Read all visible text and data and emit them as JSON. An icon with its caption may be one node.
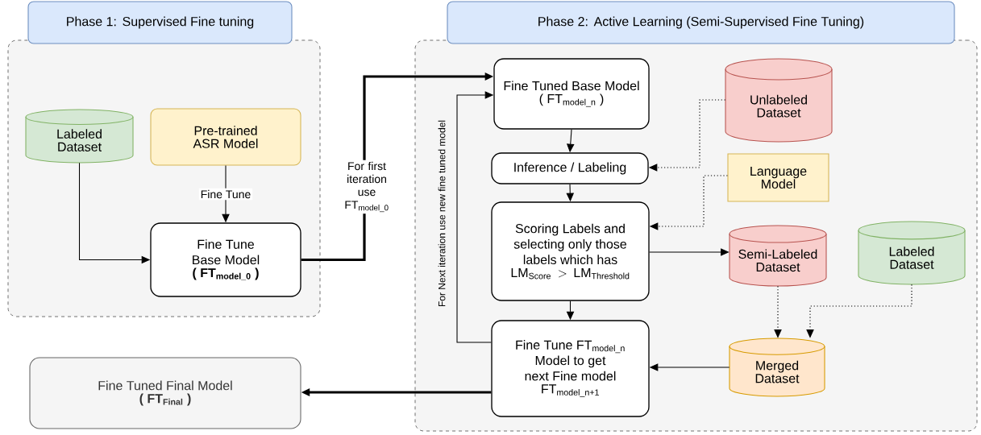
{
  "diagram": {
    "nodes": [
      {
        "text": [
          "Phase 1: Supervised Fine tuning"
        ]
      },
      {
        "text": [],
        "shape": "box"
      },
      {
        "text": [
          "Labeled Dataset"
        ],
        "in": 1
      },
      {
        "text": [
          "Pre-trained ASR Model"
        ],
        "in": 1
      },
      {
        "text": [
          "Fine Tune Base Model",
          "( FT$_{model_0}$ )"
        ],
        "in": 1
      },
      {
        "text": [
          "Phase 2: Active Learning (Semi-Supervised Fine Tuning)"
        ]
      },
      {
        "text": [],
        "shape": "box"
      },
      {
        "text": [
          "Fine Tuned Base Model",
          "( FT$_{model_n}$ )"
        ],
        "in": 6
      },
      {
        "text": [
          "Inference / Labeling"
        ],
        "in": 6
      },
      {
        "text": [
          "Scoring Labels and selecting only those labels which has",
          "\\mathrm{LM}_{\\mathrm{Score}} > \\mathrm{LM}_{\\mathrm{Threshold}}"
        ],
        "in": 6
      },
      {
        "text": [
          "Unlabeled Dataset"
        ],
        "in": 6
      },
      {
        "text": [
          "Language Model"
        ],
        "in": 6
      },
      {
        "text": [
          "Semi-Labeled Dataset"
        ],
        "in": 6
      },
      {
        "text": [
          "Labeled Dataset"
        ],
        "in": 6
      },
      {
        "text": [
          "Fine Tune FT$_{model_n}$ Model to get next Fine model",
          "FT$_{model_n+1}$"
        ],
        "in": 6
      },
      {
        "text": [
          "Merged Dataset"
        ],
        "in": 6
      },
      {
        "text": [
          "Fine Tuned Final Model",
          "( FT$_{Final}$ )"
        ]
      }
    ],
    "edges": [
      {
        "from": 3,
        "to": 4,
        "arrow": "to",
        "label": "Fine Tune"
      },
      {
        "from": 2,
        "to": 4,
        "arrow": "to"
      },
      {
        "from": 4,
        "to": 7,
        "arrow": "to",
        "style": "thick",
        "label": "For first iteration use FT$_{model_0}$"
      },
      {
        "from": 14,
        "to": 7,
        "arrow": "to",
        "label": "For Next iteration use new fine tuned model"
      },
      {
        "from": 7,
        "to": 8,
        "arrow": "to"
      },
      {
        "from": 8,
        "to": 9,
        "arrow": "to"
      },
      {
        "from": 10,
        "to": 8,
        "arrow": "to",
        "style": "dashed"
      },
      {
        "from": 11,
        "to": 9,
        "arrow": "to",
        "style": "dashed"
      },
      {
        "from": 9,
        "to": 12,
        "arrow": "to"
      },
      {
        "from": 9,
        "to": 14,
        "arrow": "to"
      },
      {
        "from": 12,
        "to": 15,
        "arrow": "to",
        "style": "dashed"
      },
      {
        "from": 13,
        "to": 15,
        "arrow": "to",
        "style": "dashed"
      },
      {
        "from": 15,
        "to": 14,
        "arrow": "to"
      },
      {
        "from": 14,
        "to": 16,
        "arrow": "to",
        "style": "thick"
      }
    ]
  }
}
